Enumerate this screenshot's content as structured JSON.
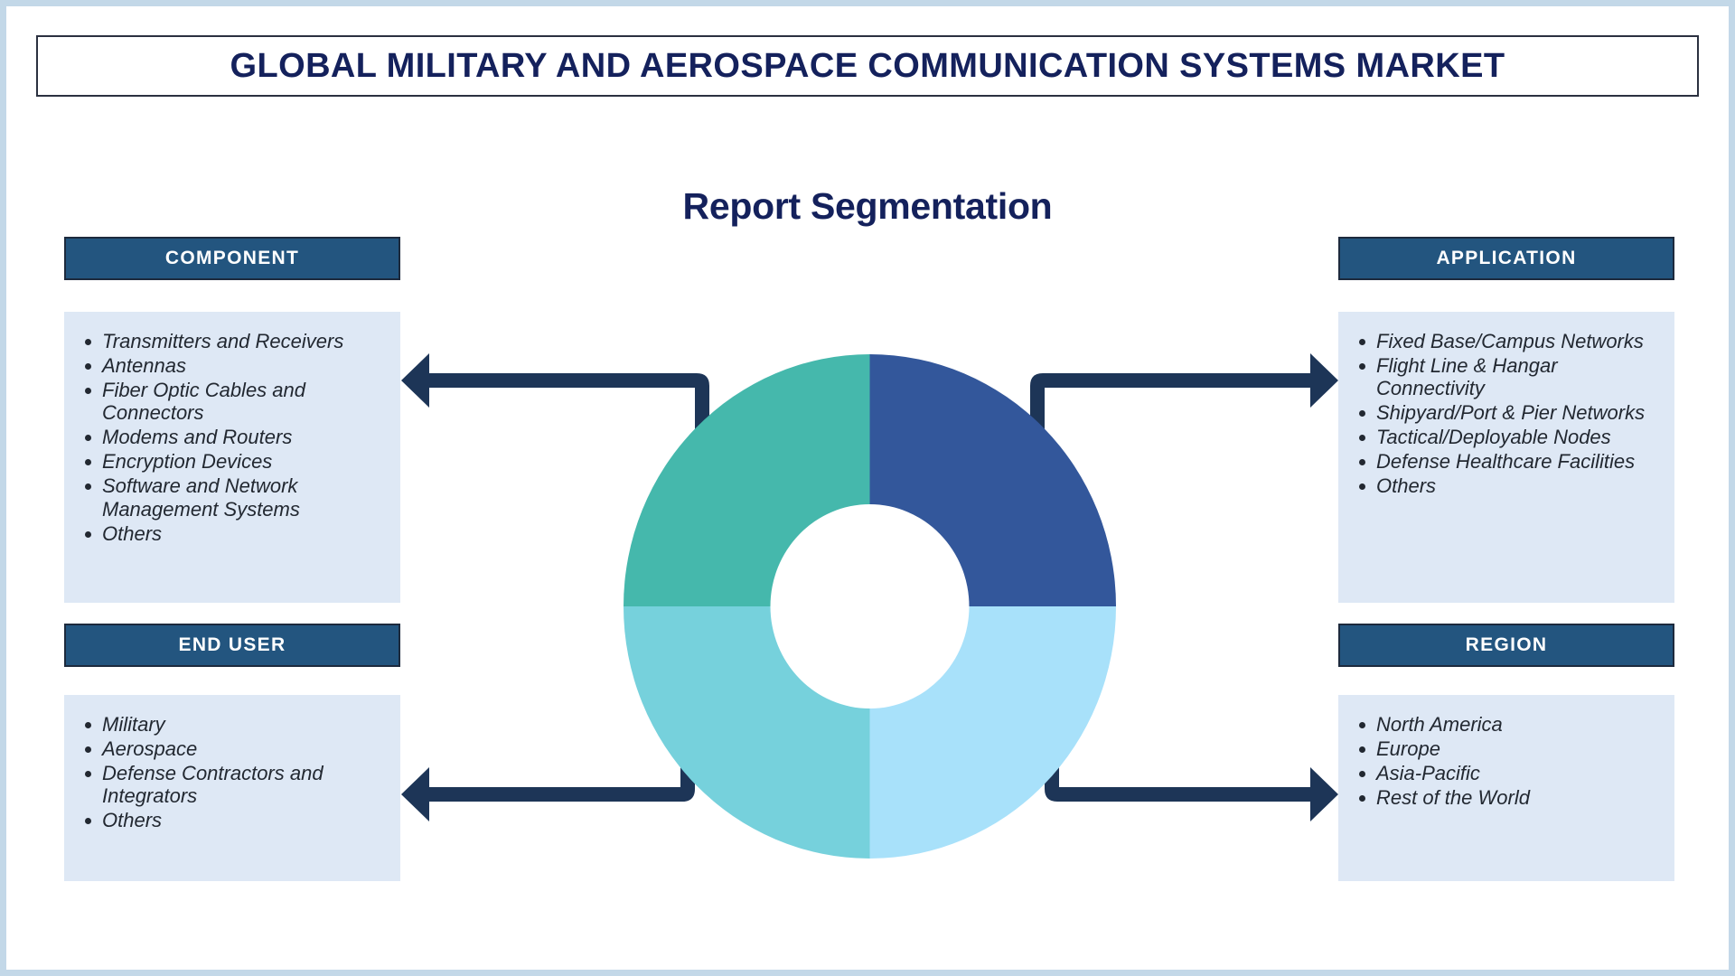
{
  "header": {
    "title": "GLOBAL MILITARY AND AEROSPACE COMMUNICATION SYSTEMS MARKET"
  },
  "section": {
    "heading": "Report Segmentation"
  },
  "segments": {
    "component": {
      "label": "COMPONENT",
      "items": [
        "Transmitters and Receivers",
        "Antennas",
        "Fiber Optic Cables and Connectors",
        "Modems and Routers",
        "Encryption Devices",
        "Software and Network Management Systems",
        "Others"
      ]
    },
    "end_user": {
      "label": "END USER",
      "items": [
        "Military",
        "Aerospace",
        "Defense Contractors and Integrators",
        "Others"
      ]
    },
    "application": {
      "label": "APPLICATION",
      "items": [
        "Fixed Base/Campus Networks",
        "Flight Line & Hangar Connectivity",
        "Shipyard/Port & Pier Networks",
        "Tactical/Deployable Nodes",
        "Defense Healthcare Facilities",
        "Others"
      ]
    },
    "region": {
      "label": "REGION",
      "items": [
        "North America",
        "Europe",
        "Asia-Pacific",
        "Rest of the World"
      ]
    }
  },
  "chart_data": {
    "type": "pie",
    "title": "Report Segmentation",
    "variant": "donut",
    "categories": [
      "Component",
      "Application",
      "Region",
      "End User"
    ],
    "values": [
      25,
      25,
      25,
      25
    ],
    "slice_colors": [
      "#45b8ac",
      "#33579b",
      "#a8e1fa",
      "#76d1dc"
    ],
    "slice_order": [
      "top-left",
      "top-right",
      "bottom-right",
      "bottom-left"
    ],
    "legend": "none",
    "inner_radius_ratio": 0.5
  },
  "colors": {
    "brand_navy": "#14215c",
    "header_bar": "#23557f",
    "header_bar_border": "#1d2a3d",
    "list_bg": "#dee8f5",
    "arrow": "#1d3557",
    "page_frame": "#c3d8e8",
    "donut_teal": "#45b8ac",
    "donut_blue": "#33579b",
    "donut_sky": "#a8e1fa",
    "donut_cyan": "#76d1dc"
  },
  "icons": {
    "arrow_left_component": "arrow-left-icon",
    "arrow_right_application": "arrow-right-icon",
    "arrow_left_enduser": "arrow-left-icon",
    "arrow_right_region": "arrow-right-icon"
  }
}
